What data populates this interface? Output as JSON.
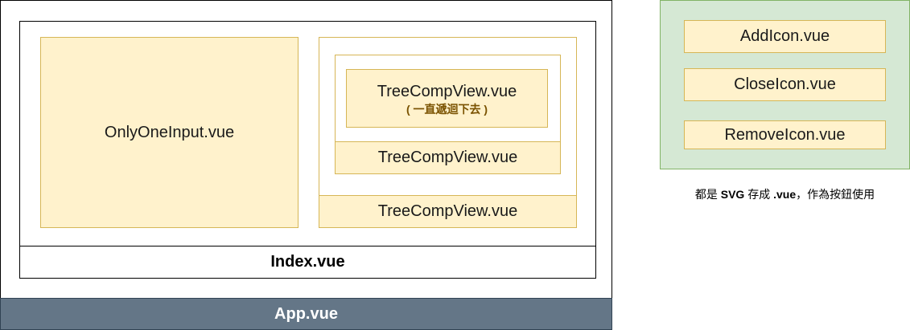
{
  "app": {
    "label": "App.vue",
    "fill_color": "#647687"
  },
  "index": {
    "label": "Index.vue"
  },
  "only_one_input": {
    "label": "OnlyOneInput.vue"
  },
  "tree_comp_view": {
    "outer_label": "TreeCompView.vue",
    "middle_label": "TreeCompView.vue",
    "inner_label": "TreeCompView.vue",
    "inner_note": "( 一直遞迴下去 )"
  },
  "icon_panel": {
    "items": [
      {
        "label": "AddIcon.vue"
      },
      {
        "label": "CloseIcon.vue"
      },
      {
        "label": "RemoveIcon.vue"
      }
    ],
    "fill_color": "#d5e8d4",
    "item_color": "#fff2cc"
  },
  "note": {
    "prefix": "都是 ",
    "svg": "SVG",
    "middle": " 存成 ",
    "ext": ".vue",
    "suffix": "，作為按鈕使用"
  }
}
